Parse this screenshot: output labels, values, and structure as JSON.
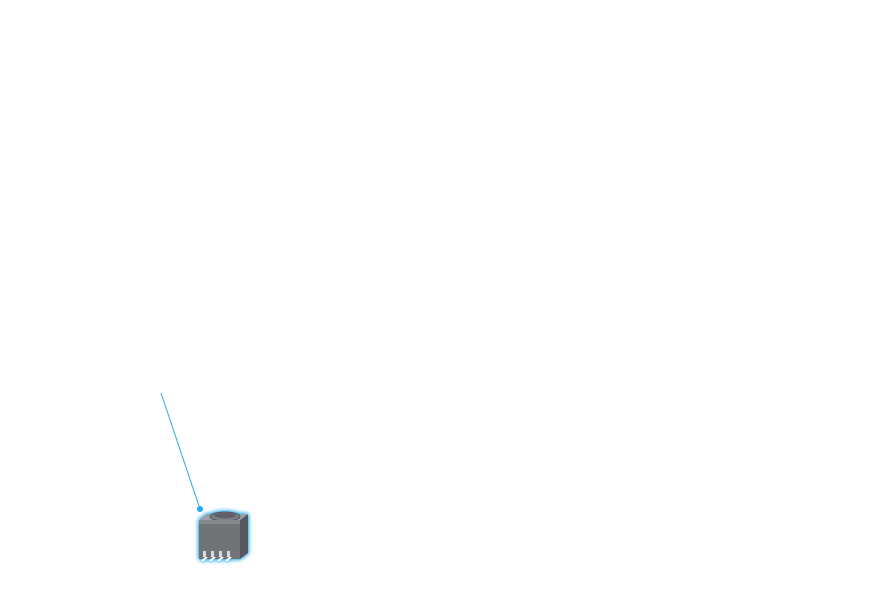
{
  "diagram": {
    "nodes": [
      {
        "id": "component-1",
        "icon": "ic-chip-component-icon",
        "selected": true
      }
    ],
    "connectors": [
      {
        "id": "connector-1",
        "target": "component-1",
        "selected": true
      }
    ]
  },
  "colors": {
    "background": "#ffffff",
    "selection": "#1ea7f2",
    "connector": "#27a6e6",
    "body_front": "#6f7378",
    "body_side": "#55595e",
    "body_top": "#9da1a6",
    "pins": "#ffffff"
  }
}
